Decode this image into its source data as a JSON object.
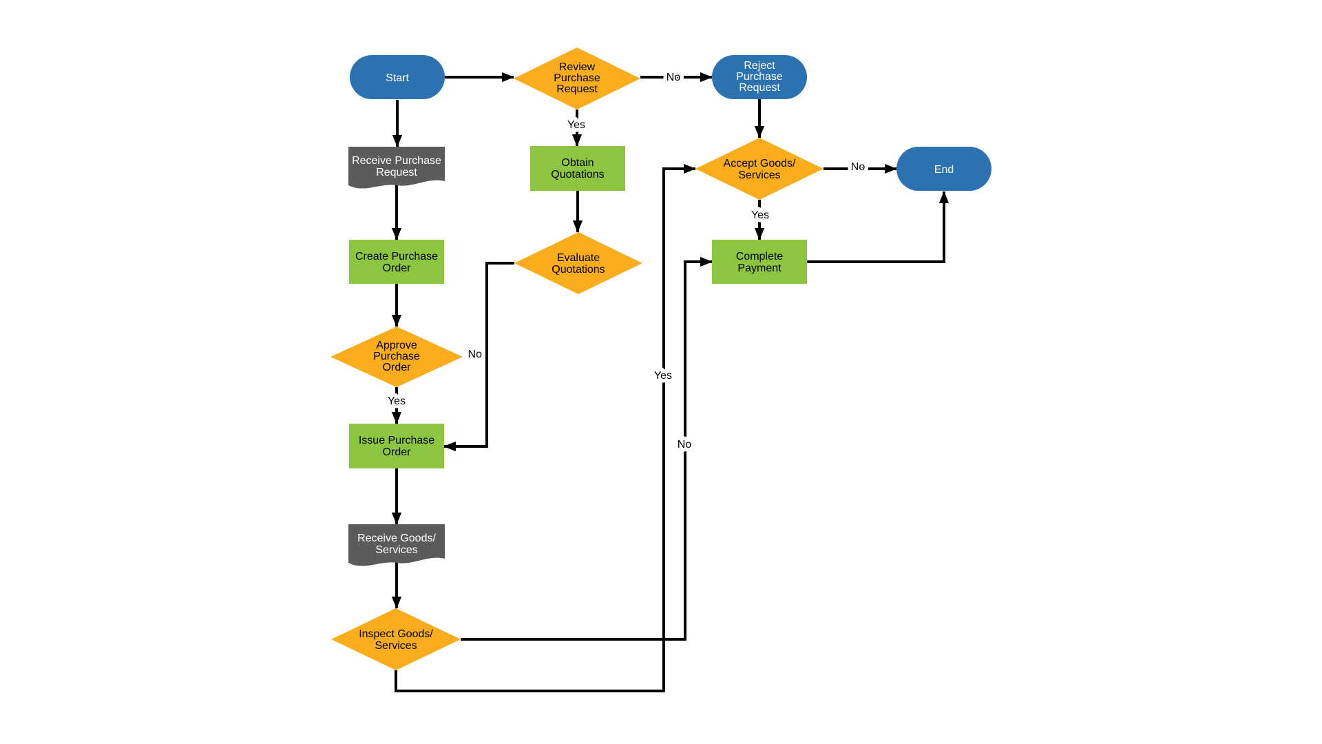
{
  "palette": {
    "terminator_fill": "#2D72B0",
    "process_fill": "#8CC540",
    "decision_fill": "#F9AD1C",
    "document_fill": "#5A5B5D",
    "connector_color": "#000000",
    "background": "#FFFFFF",
    "text_on_dark": "#FFFFFF",
    "text_on_light": "#000000"
  },
  "nodes": {
    "start": {
      "shape": "terminator",
      "lines": [
        "Start"
      ]
    },
    "review_purchase_request": {
      "shape": "decision",
      "lines": [
        "Review",
        "Purchase",
        "Request"
      ]
    },
    "reject_purchase_request": {
      "shape": "terminator",
      "lines": [
        "Reject",
        "Purchase",
        "Request"
      ]
    },
    "receive_purchase_request": {
      "shape": "document",
      "lines": [
        "Receive Purchase",
        "Request"
      ]
    },
    "obtain_quotations": {
      "shape": "process",
      "lines": [
        "Obtain",
        "Quotations"
      ]
    },
    "accept_goods_services": {
      "shape": "decision",
      "lines": [
        "Accept Goods/",
        "Services"
      ]
    },
    "end": {
      "shape": "terminator",
      "lines": [
        "End"
      ]
    },
    "create_purchase_order": {
      "shape": "process",
      "lines": [
        "Create Purchase",
        "Order"
      ]
    },
    "evaluate_quotations": {
      "shape": "decision",
      "lines": [
        "Evaluate",
        "Quotations"
      ]
    },
    "complete_payment": {
      "shape": "process",
      "lines": [
        "Complete",
        "Payment"
      ]
    },
    "approve_purchase_order": {
      "shape": "decision",
      "lines": [
        "Approve",
        "Purchase",
        "Order"
      ]
    },
    "issue_purchase_order": {
      "shape": "process",
      "lines": [
        "Issue Purchase",
        "Order"
      ]
    },
    "receive_goods_services": {
      "shape": "document",
      "lines": [
        "Receive Goods/",
        "Services"
      ]
    },
    "inspect_goods_services": {
      "shape": "decision",
      "lines": [
        "Inspect Goods/",
        "Services"
      ]
    }
  },
  "edges": [
    {
      "from": "start",
      "to": "review_purchase_request",
      "label": ""
    },
    {
      "from": "start",
      "to": "receive_purchase_request",
      "label": ""
    },
    {
      "from": "review_purchase_request",
      "to": "reject_purchase_request",
      "label": "No"
    },
    {
      "from": "review_purchase_request",
      "to": "obtain_quotations",
      "label": "Yes"
    },
    {
      "from": "reject_purchase_request",
      "to": "accept_goods_services",
      "label": ""
    },
    {
      "from": "obtain_quotations",
      "to": "evaluate_quotations",
      "label": ""
    },
    {
      "from": "evaluate_quotations",
      "to": "issue_purchase_order",
      "label": "No"
    },
    {
      "from": "receive_purchase_request",
      "to": "create_purchase_order",
      "label": ""
    },
    {
      "from": "create_purchase_order",
      "to": "approve_purchase_order",
      "label": ""
    },
    {
      "from": "approve_purchase_order",
      "to": "issue_purchase_order",
      "label": "Yes"
    },
    {
      "from": "issue_purchase_order",
      "to": "receive_goods_services",
      "label": ""
    },
    {
      "from": "receive_goods_services",
      "to": "inspect_goods_services",
      "label": ""
    },
    {
      "from": "inspect_goods_services",
      "to": "accept_goods_services",
      "label": "Yes"
    },
    {
      "from": "inspect_goods_services",
      "to": "complete_payment",
      "label": "No"
    },
    {
      "from": "accept_goods_services",
      "to": "end",
      "label": "No"
    },
    {
      "from": "accept_goods_services",
      "to": "complete_payment",
      "label": "Yes"
    },
    {
      "from": "complete_payment",
      "to": "end",
      "label": ""
    }
  ]
}
